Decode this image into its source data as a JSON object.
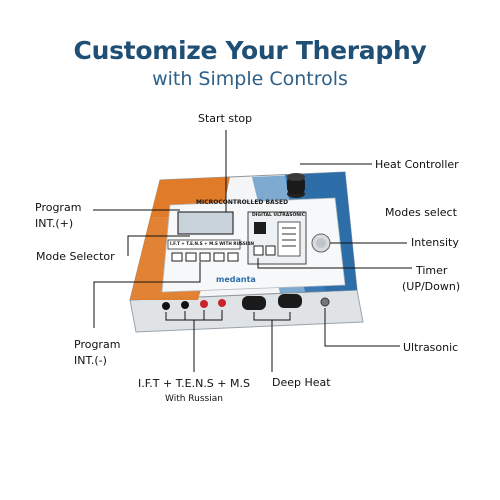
{
  "header": {
    "title": "Customize Your Theraphy",
    "subtitle": "with Simple Controls"
  },
  "labels": {
    "start_stop": "Start stop",
    "heat_controller": "Heat Controller",
    "program_plus_line1": "Program",
    "program_plus_line2": "INT.(+)",
    "modes_select": "Modes select",
    "intensity": "Intensity",
    "mode_selector": "Mode Selector",
    "timer_line1": "Timer",
    "timer_line2": "(UP/Down)",
    "program_minus_line1": "Program",
    "program_minus_line2": "INT.(-)",
    "ultrasonic": "Ultrasonic",
    "ift_line1": "I.F.T + T.E.N.S + M.S",
    "ift_line2": "With Russian",
    "deep_heat": "Deep Heat"
  },
  "device": {
    "panel_heading": "MICROCONTROLLED BASED",
    "digital_ultrasonic": "DIGITAL ULTRASONIC",
    "mode_strip": "I.F.T + T.E.N.S + M.S WITH RUSSIAN",
    "brand": "medanta"
  },
  "colors": {
    "title": "#1f4f74",
    "orange": "#e07b2a",
    "blue": "#2d6da8",
    "line": "#111111"
  }
}
